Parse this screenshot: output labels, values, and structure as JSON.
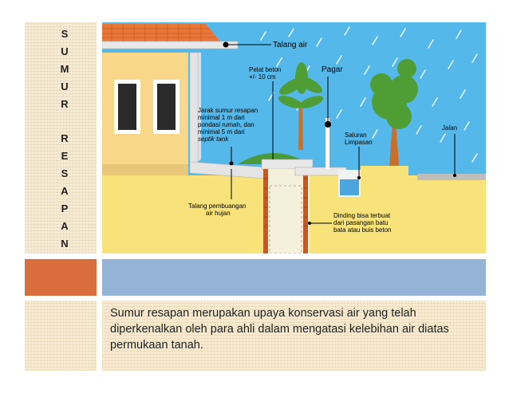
{
  "slide": {
    "side_title_letters": [
      "S",
      "U",
      "M",
      "U",
      "R",
      "",
      "R",
      "E",
      "S",
      "A",
      "P",
      "A",
      "N"
    ],
    "description": "Sumur resapan merupakan upaya konservasi air yang telah diperkenalkan oleh para ahli dalam mengatasi kelebihan air diatas permukaan tanah."
  },
  "diagram": {
    "labels": {
      "talang_air": "Talang air",
      "pelat_beton_1": "Pelat beton",
      "pelat_beton_2": "+/- 10 cm",
      "pagar": "Pagar",
      "jarak_1": "Jarak sumur resapan",
      "jarak_2": "minimal 1 m dari",
      "jarak_3": "pondasi rumah, dan",
      "jarak_4": "minimal 5 m dari",
      "jarak_5": "septik tank",
      "saluran_1": "Saluran",
      "saluran_2": "Limpasan",
      "jalan": "Jalan",
      "talang_pembuangan_1": "Talang pembuangan",
      "talang_pembuangan_2": "air hujan",
      "dinding_1": "Dinding bisa terbuat",
      "dinding_2": "dari pasangan batu",
      "dinding_3": "bata atau buis beton"
    },
    "colors": {
      "sky": "#55b8ea",
      "ground": "#f8e27a",
      "house_wall": "#f8d888",
      "roof": "#e8783a",
      "brick": "#c25a28",
      "water": "#4aa6dc",
      "tree_green": "#4f9e35"
    }
  }
}
